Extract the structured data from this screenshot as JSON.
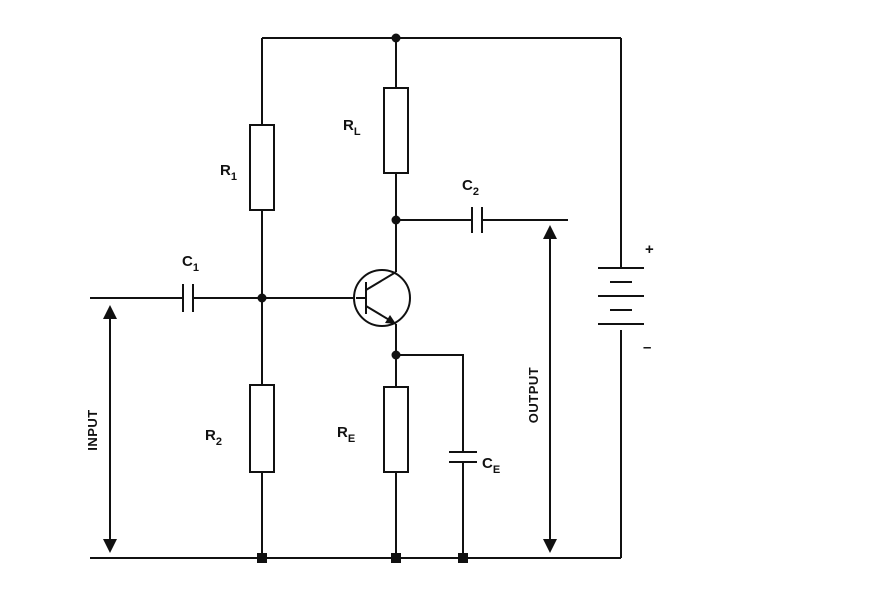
{
  "diagram": {
    "components": {
      "r1": {
        "letter": "R",
        "sub": "1"
      },
      "rl": {
        "letter": "R",
        "sub": "L"
      },
      "r2": {
        "letter": "R",
        "sub": "2"
      },
      "re": {
        "letter": "R",
        "sub": "E"
      },
      "c1": {
        "letter": "C",
        "sub": "1"
      },
      "c2": {
        "letter": "C",
        "sub": "2"
      },
      "ce": {
        "letter": "C",
        "sub": "E"
      }
    },
    "labels": {
      "input": "INPUT",
      "output": "OUTPUT",
      "battery_plus": "+",
      "battery_minus": "–"
    }
  }
}
